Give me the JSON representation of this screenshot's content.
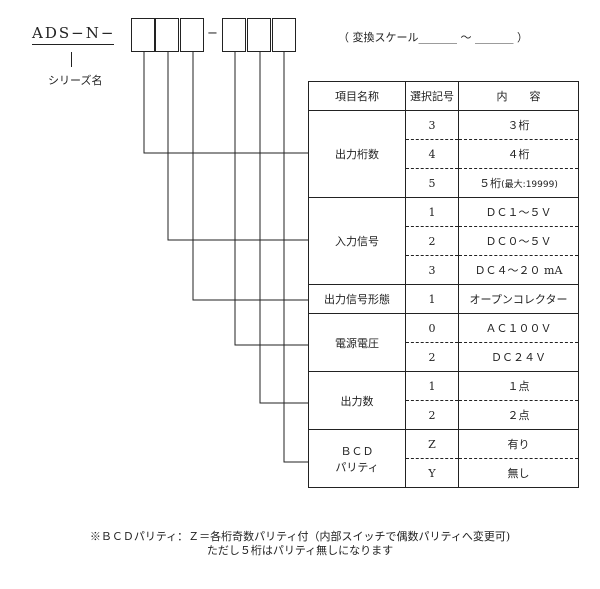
{
  "model": {
    "prefix": "ADS−N−",
    "separator": "−",
    "series_label": "シリーズ名",
    "scale_text": "（ 変換スケール_______ ～ _______ ）"
  },
  "table": {
    "headers": [
      "項目名称",
      "選択記号",
      "内　　容"
    ],
    "groups": [
      {
        "name": "出力桁数",
        "rows": [
          {
            "code": "3",
            "content": "３桁"
          },
          {
            "code": "4",
            "content": "４桁"
          },
          {
            "code": "5",
            "content": "５桁",
            "note": "(最大:19999)"
          }
        ]
      },
      {
        "name": "入力信号",
        "rows": [
          {
            "code": "1",
            "content": "ＤＣ１～５Ｖ"
          },
          {
            "code": "2",
            "content": "ＤＣ０～５Ｖ"
          },
          {
            "code": "3",
            "content": "ＤＣ４～２０ mA"
          }
        ]
      },
      {
        "name": "出力信号形態",
        "rows": [
          {
            "code": "1",
            "content": "オープンコレクター"
          }
        ]
      },
      {
        "name": "電源電圧",
        "rows": [
          {
            "code": "0",
            "content": "ＡＣ１００Ｖ"
          },
          {
            "code": "2",
            "content": "ＤＣ２４Ｖ"
          }
        ]
      },
      {
        "name": "出力数",
        "rows": [
          {
            "code": "1",
            "content": "１点"
          },
          {
            "code": "2",
            "content": "２点"
          }
        ]
      },
      {
        "name": "ＢＣＤ",
        "name2": "パリティ",
        "rows": [
          {
            "code": "Z",
            "content": "有り"
          },
          {
            "code": "Y",
            "content": "無し"
          }
        ]
      }
    ]
  },
  "note": {
    "line1": "※ＢＣＤパリティ：Ｚ＝各桁奇数パリティ付（内部スイッチで偶数パリティへ変更可)",
    "line2": "ただし５桁はパリティ無しになります"
  }
}
